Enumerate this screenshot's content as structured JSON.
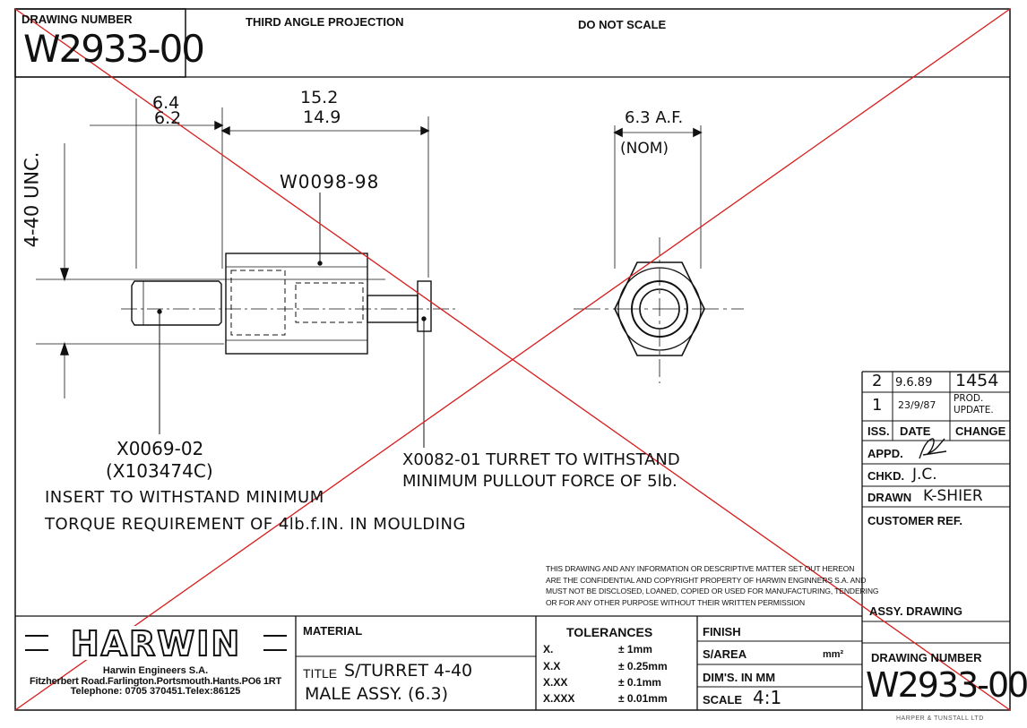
{
  "header": {
    "drawing_number_label": "DRAWING NUMBER",
    "drawing_number": "W2933-00",
    "projection": "THIRD ANGLE PROJECTION",
    "scale_note": "DO NOT SCALE"
  },
  "dimensions": {
    "d1_upper": "6.4",
    "d1_lower": "6.2",
    "d2_upper": "15.2",
    "d2_lower": "14.9",
    "thread": "4-40 UNC.",
    "af_label": "6.3 A.F.",
    "af_nom": "(NOM)"
  },
  "annotations": {
    "part_top": "W0098-98",
    "part_bottom_1": "X0069-02",
    "part_bottom_2": "(X103474C)",
    "insert_note_1": "INSERT TO WITHSTAND MINIMUM",
    "insert_note_2": "TORQUE REQUIREMENT OF 4lb.f.IN. IN MOULDING",
    "turret_note_1": "X0082-01 TURRET TO WITHSTAND",
    "turret_note_2": "MINIMUM PULLOUT FORCE OF 5lb."
  },
  "revisions": [
    {
      "iss": "2",
      "date": "9.6.89",
      "change": "1454"
    },
    {
      "iss": "1",
      "date": "23/9/87",
      "change": "PROD. UPDATE."
    }
  ],
  "revision_headers": {
    "iss": "ISS.",
    "date": "DATE",
    "change": "CHANGE"
  },
  "approvals": {
    "appd": "APPD.",
    "chkd_label": "CHKD.",
    "chkd_value": "J.C.",
    "drawn_label": "DRAWN",
    "drawn_value": "K-SHIER",
    "customer_ref": "CUSTOMER REF."
  },
  "confidential": [
    "THIS DRAWING AND ANY INFORMATION OR DESCRIPTIVE MATTER SET OUT HEREON",
    "ARE THE CONFIDENTIAL AND COPYRIGHT PROPERTY OF HARWIN ENGINNERS S.A. AND",
    "MUST NOT BE DISCLOSED, LOANED, COPIED OR USED FOR MANUFACTURING, TENDERING",
    "OR FOR ANY OTHER PURPOSE WITHOUT THEIR WRITTEN PERMISSION"
  ],
  "company": {
    "logo": "HARWIN",
    "name": "Harwin Engineers S.A.",
    "address": "Fitzherbert Road.Farlington.Portsmouth.Hants.PO6 1RT",
    "phone": "Telephone: 0705 370451.Telex:86125"
  },
  "title_block": {
    "material_label": "MATERIAL",
    "title_label": "TITLE",
    "title_line1": "S/TURRET 4-40",
    "title_line2": "MALE ASSY. (6.3)",
    "tolerances_label": "TOLERANCES",
    "tolerances": [
      {
        "fmt": "X.",
        "val": "± 1mm"
      },
      {
        "fmt": "X.X",
        "val": "± 0.25mm"
      },
      {
        "fmt": "X.XX",
        "val": "± 0.1mm"
      },
      {
        "fmt": "X.XXX",
        "val": "± 0.01mm"
      }
    ],
    "finish_label": "FINISH",
    "sarea_label": "S/AREA",
    "sarea_unit": "mm²",
    "dims_label": "DIM'S. IN MM",
    "scale_label": "SCALE",
    "scale_value": "4:1",
    "assy_label": "ASSY. DRAWING",
    "drawing_number_label": "DRAWING NUMBER",
    "drawing_number": "W2933-00"
  },
  "printer": "HARPER & TUNSTALL LTD"
}
